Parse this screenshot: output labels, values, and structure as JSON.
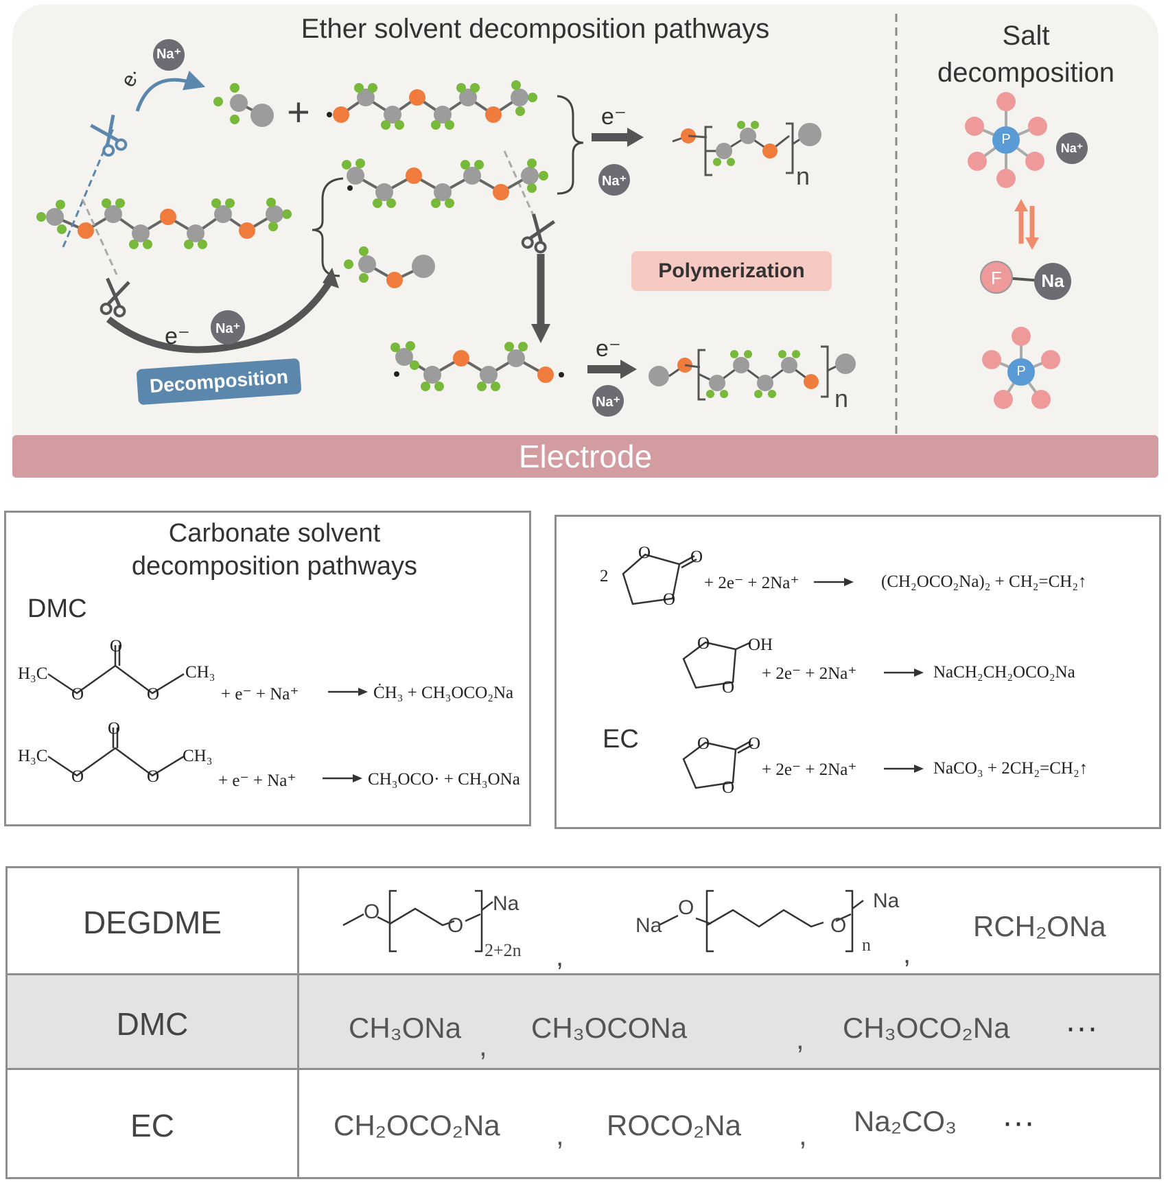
{
  "ether": {
    "title": "Ether solvent decomposition pathways",
    "electron": "e⁻",
    "electron_dot": "e·",
    "na": "Na⁺",
    "plus": "+",
    "n": "n",
    "polymerization": "Polymerization",
    "decomposition": "Decomposition"
  },
  "salt": {
    "title_line1": "Salt",
    "title_line2": "decomposition",
    "p": "P",
    "f": "F",
    "na_ion": "Na⁺",
    "na": "Na"
  },
  "electrode": "Electrode",
  "carbonate": {
    "title_line1": "Carbonate solvent",
    "title_line2": "decomposition pathways",
    "dmc_label": "DMC",
    "r1_reactants": "+ e⁻ + Na⁺",
    "r1_products": "ĊH₃ + CH₃OCO₂Na",
    "r2_reactants": "+ e⁻ + Na⁺",
    "r2_products": "CH₃OCO· + CH₃ONa",
    "h3c": "H₃C",
    "ch3": "CH₃",
    "o": "O"
  },
  "ec": {
    "label": "EC",
    "coef": "2",
    "r1_reactants": "+ 2e⁻ + 2Na⁺",
    "r1_products": "(CH₂OCO₂Na)₂ + CH₂=CH₂↑",
    "r2_reactants": "+ 2e⁻ + 2Na⁺",
    "r2_products": "NaCH₂CH₂OCO₂Na",
    "r3_reactants": "+ 2e⁻ + 2Na⁺",
    "r3_products": "NaCO₃ + 2CH₂=CH₂↑",
    "oh": "OH"
  },
  "table": {
    "rows": [
      {
        "name": "DEGDME",
        "items": [
          "Na",
          "2+2n",
          "Na",
          "Na",
          "n",
          "RCH₂ONa"
        ]
      },
      {
        "name": "DMC",
        "items": [
          "CH₃ONa",
          "CH₃OCONa",
          "CH₃OCO₂Na",
          "···"
        ]
      },
      {
        "name": "EC",
        "items": [
          "CH₂OCO₂Na",
          "ROCO₂Na",
          "Na₂CO₃",
          "···"
        ]
      }
    ],
    "comma": ","
  },
  "colors": {
    "carbon": "#9c9c9c",
    "hydrogen": "#78b83a",
    "oxygen": "#ef7c3c",
    "sodium": "#6f6b72",
    "fluorine": "#ee9a9a",
    "phosphorus": "#5b9bd5",
    "decomp": "#5b87ad",
    "poly": "#f6c9c2",
    "electrode": "#d29ca1"
  }
}
